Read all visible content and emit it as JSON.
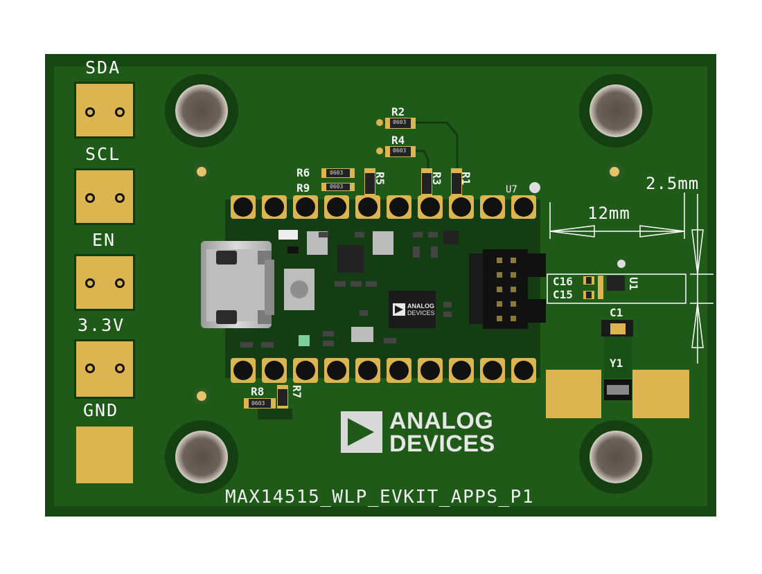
{
  "board": {
    "name": "MAX14515_WLP_EVKIT_APPS_P1",
    "colors": {
      "pcb": "#1f5a19",
      "pcb_edge": "#174712",
      "gold": "#dcb550",
      "module": "#143d14"
    }
  },
  "pads": [
    {
      "label": "SDA"
    },
    {
      "label": "SCL"
    },
    {
      "label": "EN"
    },
    {
      "label": "3.3V"
    },
    {
      "label": "GND"
    }
  ],
  "designators": {
    "r1": "R1",
    "r2": "R2",
    "r3": "R3",
    "r4": "R4",
    "r5": "R5",
    "r6": "R6",
    "r7": "R7",
    "r8": "R8",
    "r9": "R9",
    "u7": "U7",
    "u1": "U1",
    "c1": "C1",
    "c15": "C15",
    "c16": "C16",
    "y1": "Y1"
  },
  "resistor_marking": "0603",
  "dimensions": {
    "width_label": "12mm",
    "height_label": "2.5mm"
  },
  "logo": {
    "line1": "ANALOG",
    "line2": "DEVICES"
  },
  "chip_logo": {
    "line1": "ANALOG",
    "line2": "DEVICES"
  },
  "icons": [
    "analog-devices-logo-icon",
    "mounting-hole-icon",
    "usb-connector-icon",
    "pin-header-icon"
  ]
}
